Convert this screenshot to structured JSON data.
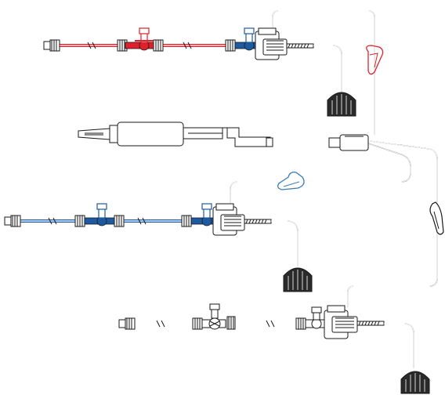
{
  "colors": {
    "outline": "#1a1a1a",
    "red_line": "#e0202a",
    "red_tube": "#f2a7ab",
    "blue_line": "#1e5aa0",
    "blue_tube": "#a9c6e6",
    "clamp_red": "#e0202a",
    "clamp_blue": "#3a79b8",
    "clamp_black": "#1a1a1a",
    "background": "#ffffff"
  },
  "components": {
    "arterial_line": "red",
    "venous_line": "blue",
    "main_line": "black",
    "spike": "spike-connector",
    "drip_chamber": "drip-chamber",
    "y_connector": "y-connector",
    "roller_clamps": [
      "red",
      "blue",
      "black"
    ],
    "filters": 3,
    "stopcocks": [
      "red",
      "blue",
      "blue",
      "black"
    ]
  }
}
